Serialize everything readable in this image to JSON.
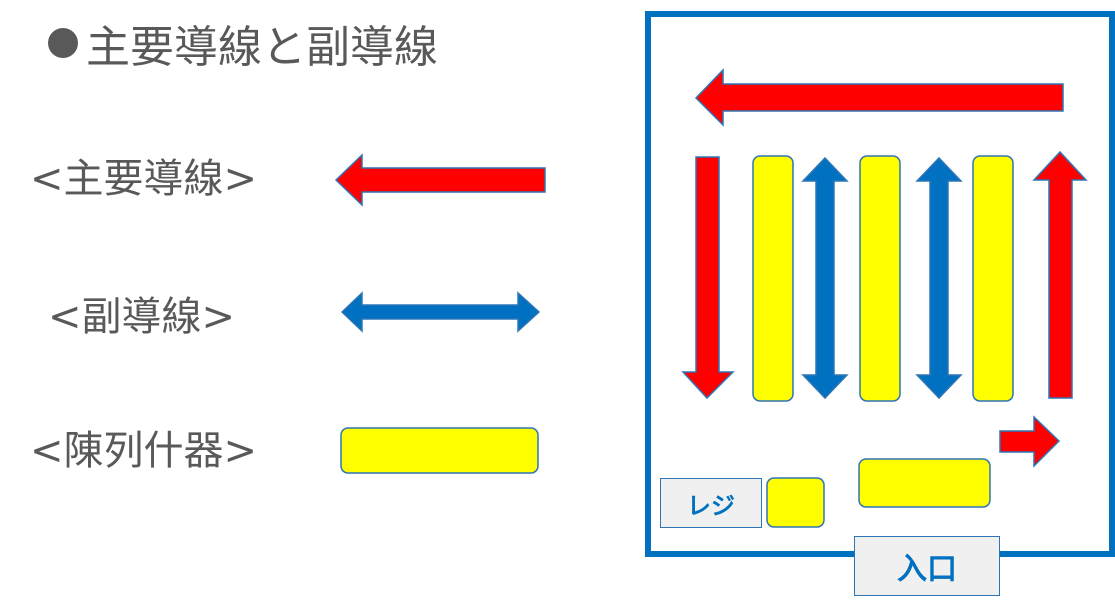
{
  "title": "主要導線と副導線",
  "legend": {
    "main": "<主要導線>",
    "sub": "<副導線>",
    "fixture": "<陳列什器>"
  },
  "store": {
    "register": "レジ",
    "entrance": "入口"
  },
  "colors": {
    "main_flow": "#FF0000",
    "sub_flow": "#0070C0",
    "fixture": "#FFFF00",
    "outline": "#0070C0"
  }
}
